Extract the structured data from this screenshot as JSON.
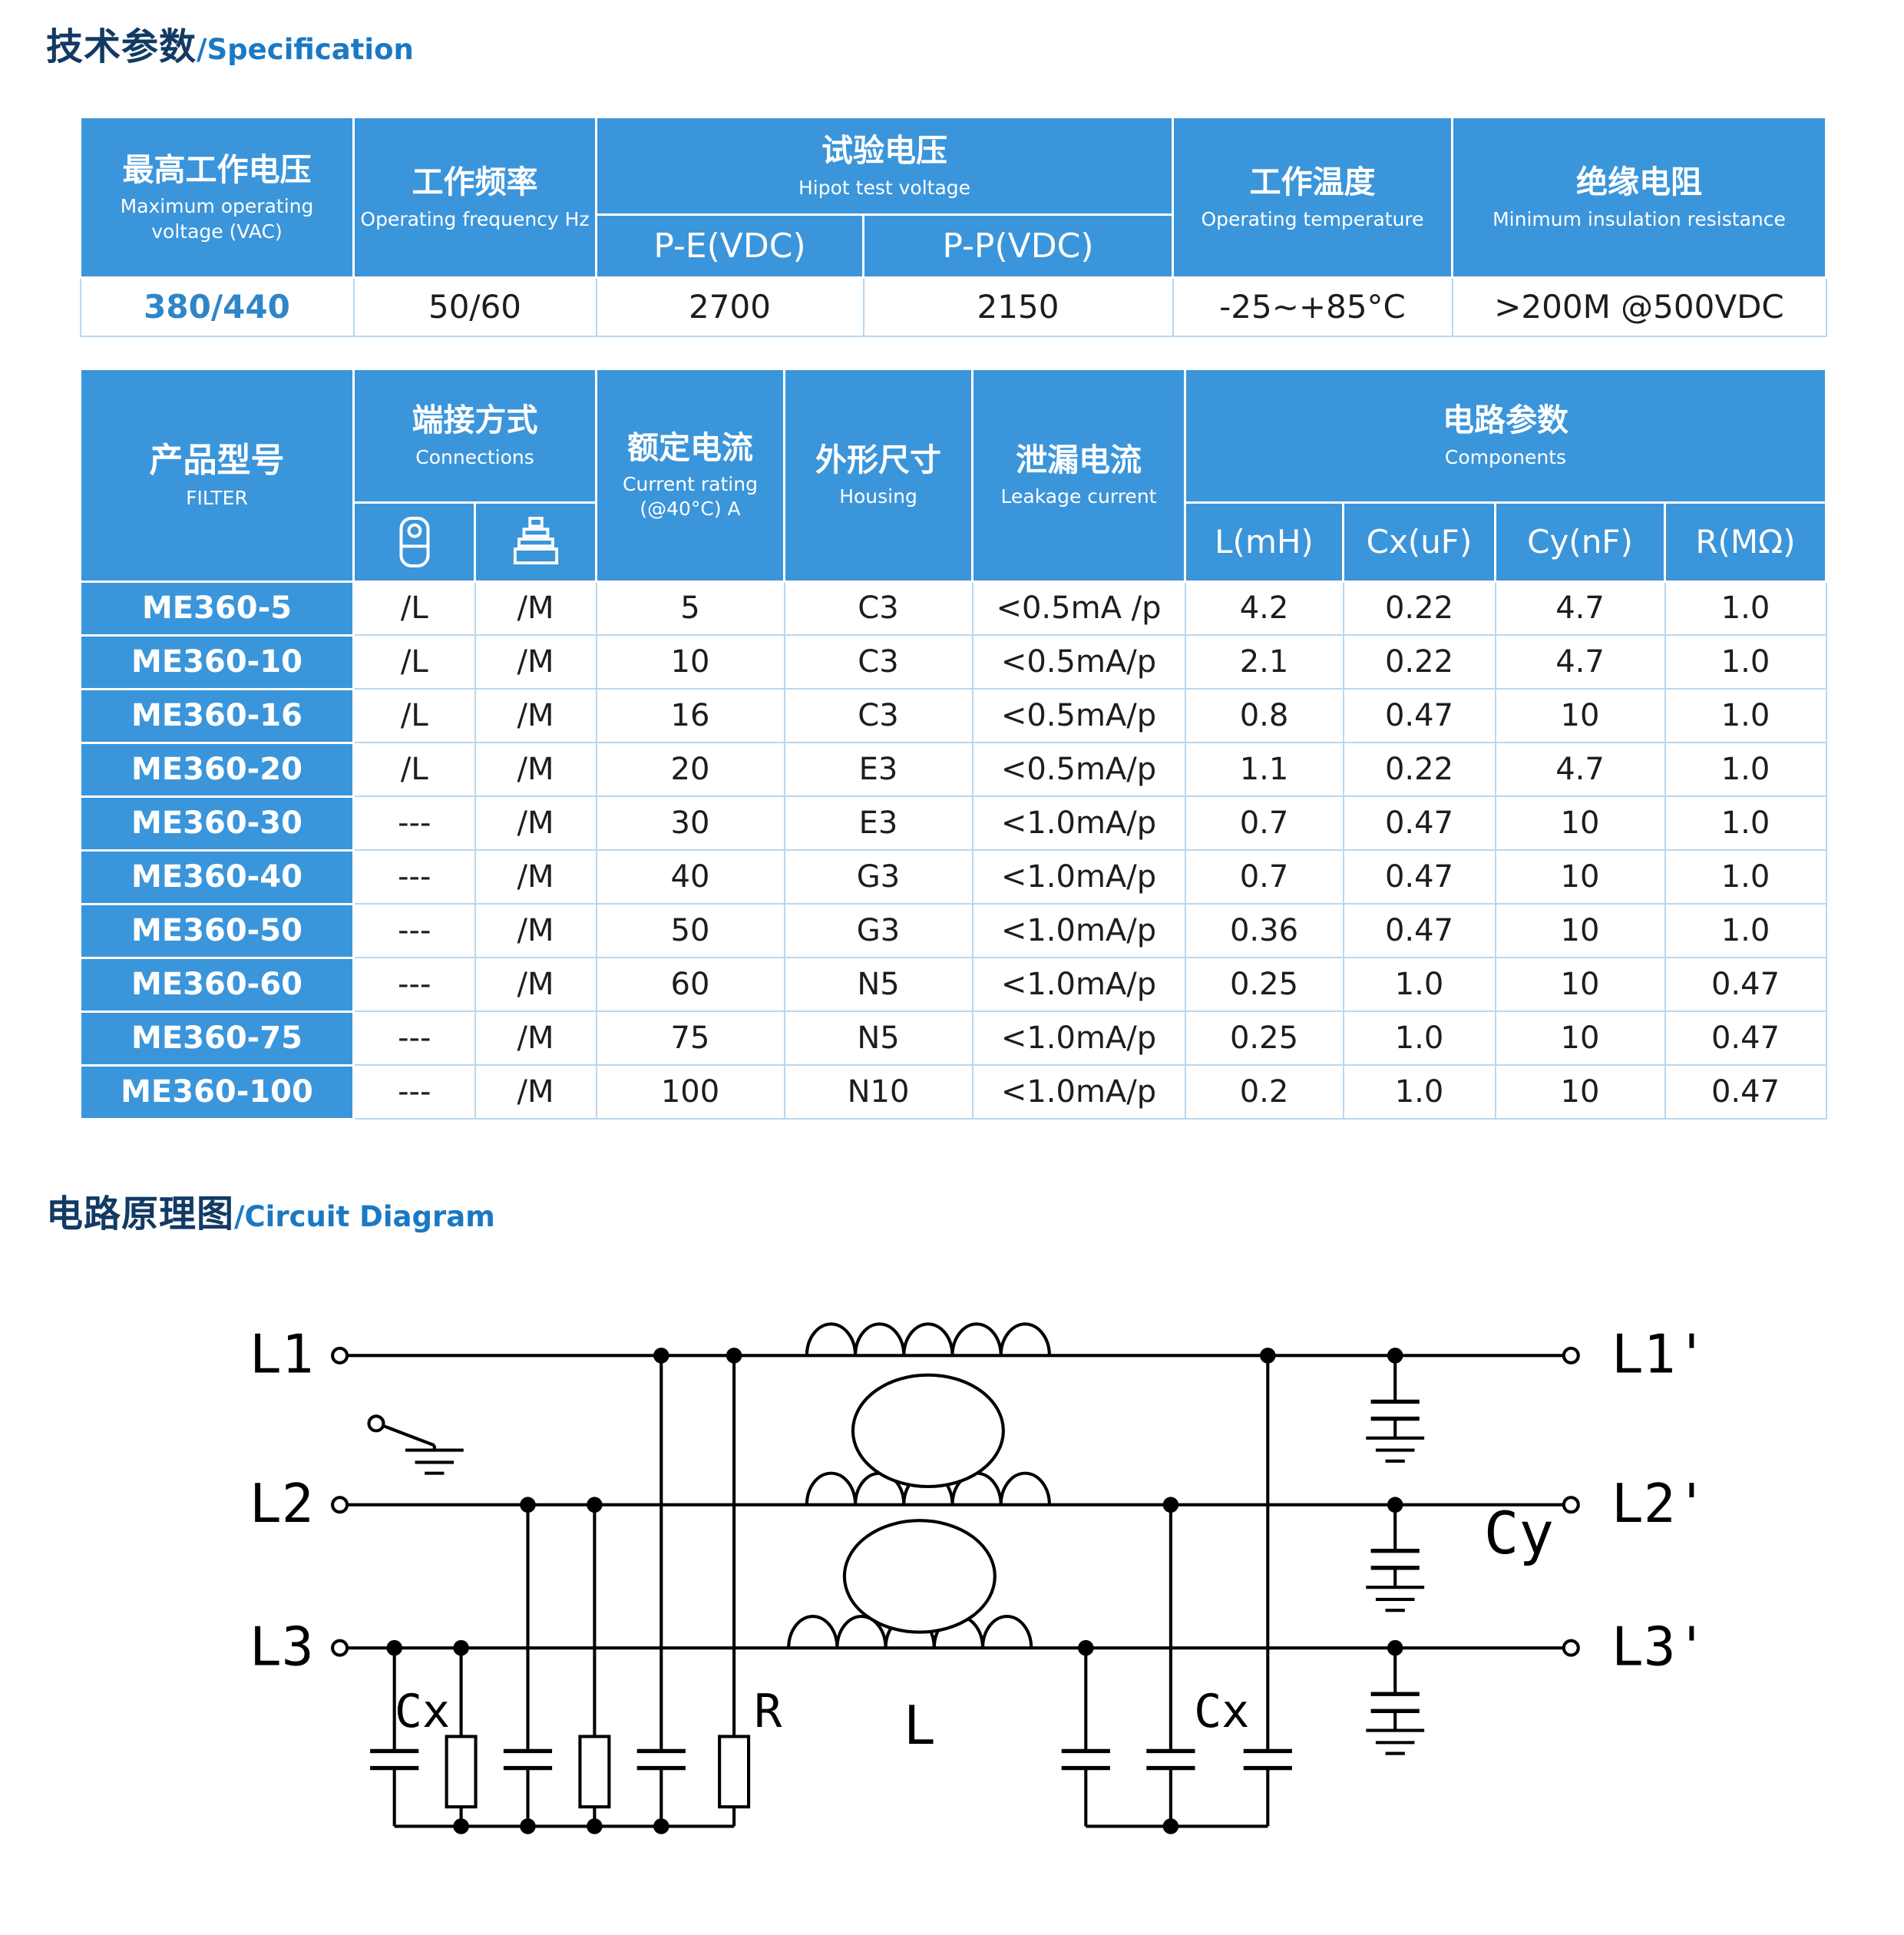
{
  "colors": {
    "header_blue": "#3b95da",
    "title_navy": "#123a63",
    "title_blue": "#1b79c4",
    "value_blue": "#2e86c9"
  },
  "sections": {
    "spec": {
      "zh": "技术参数",
      "en": "/Specification"
    },
    "circuit": {
      "zh": "电路原理图",
      "en": "/Circuit Diagram"
    }
  },
  "spec_table": {
    "headers": {
      "max_voltage_zh": "最高工作电压",
      "max_voltage_en": "Maximum operating voltage (VAC)",
      "frequency_zh": "工作频率",
      "frequency_en": "Operating frequency Hz",
      "hipot_zh": "试验电压",
      "hipot_en": "Hipot test voltage",
      "hipot_pe": "P-E(VDC)",
      "hipot_pp": "P-P(VDC)",
      "temperature_zh": "工作温度",
      "temperature_en": "Operating temperature",
      "insulation_zh": "绝缘电阻",
      "insulation_en": "Minimum insulation resistance"
    },
    "values": {
      "max_voltage": "380/440",
      "frequency": "50/60",
      "hipot_pe": "2700",
      "hipot_pp": "2150",
      "temperature": "-25~+85°C",
      "insulation": ">200M @500VDC"
    }
  },
  "product_table": {
    "headers": {
      "model_zh": "产品型号",
      "model_en": "FILTER",
      "connections_zh": "端接方式",
      "connections_en": "Connections",
      "current_zh": "额定电流",
      "current_en1": "Current rating",
      "current_en2": "(@40°C) A",
      "housing_zh": "外形尺寸",
      "housing_en": "Housing",
      "leakage_zh": "泄漏电流",
      "leakage_en": "Leakage current",
      "components_zh": "电路参数",
      "components_en": "Components",
      "comp_cols": [
        "L(mH)",
        "Cx(uF)",
        "Cy(nF)",
        "R(MΩ)"
      ]
    },
    "rows": [
      {
        "model": "ME360-5",
        "conn_l": "/L",
        "conn_m": "/M",
        "current": "5",
        "housing": "C3",
        "leakage": "<0.5mA /p",
        "l": "4.2",
        "cx": "0.22",
        "cy": "4.7",
        "r": "1.0"
      },
      {
        "model": "ME360-10",
        "conn_l": "/L",
        "conn_m": "/M",
        "current": "10",
        "housing": "C3",
        "leakage": "<0.5mA/p",
        "l": "2.1",
        "cx": "0.22",
        "cy": "4.7",
        "r": "1.0"
      },
      {
        "model": "ME360-16",
        "conn_l": "/L",
        "conn_m": "/M",
        "current": "16",
        "housing": "C3",
        "leakage": "<0.5mA/p",
        "l": "0.8",
        "cx": "0.47",
        "cy": "10",
        "r": "1.0"
      },
      {
        "model": "ME360-20",
        "conn_l": "/L",
        "conn_m": "/M",
        "current": "20",
        "housing": "E3",
        "leakage": "<0.5mA/p",
        "l": "1.1",
        "cx": "0.22",
        "cy": "4.7",
        "r": "1.0"
      },
      {
        "model": "ME360-30",
        "conn_l": "---",
        "conn_m": "/M",
        "current": "30",
        "housing": "E3",
        "leakage": "<1.0mA/p",
        "l": "0.7",
        "cx": "0.47",
        "cy": "10",
        "r": "1.0"
      },
      {
        "model": "ME360-40",
        "conn_l": "---",
        "conn_m": "/M",
        "current": "40",
        "housing": "G3",
        "leakage": "<1.0mA/p",
        "l": "0.7",
        "cx": "0.47",
        "cy": "10",
        "r": "1.0"
      },
      {
        "model": "ME360-50",
        "conn_l": "---",
        "conn_m": "/M",
        "current": "50",
        "housing": "G3",
        "leakage": "<1.0mA/p",
        "l": "0.36",
        "cx": "0.47",
        "cy": "10",
        "r": "1.0"
      },
      {
        "model": "ME360-60",
        "conn_l": "---",
        "conn_m": "/M",
        "current": "60",
        "housing": "N5",
        "leakage": "<1.0mA/p",
        "l": "0.25",
        "cx": "1.0",
        "cy": "10",
        "r": "0.47"
      },
      {
        "model": "ME360-75",
        "conn_l": "---",
        "conn_m": "/M",
        "current": "75",
        "housing": "N5",
        "leakage": "<1.0mA/p",
        "l": "0.25",
        "cx": "1.0",
        "cy": "10",
        "r": "0.47"
      },
      {
        "model": "ME360-100",
        "conn_l": "---",
        "conn_m": "/M",
        "current": "100",
        "housing": "N10",
        "leakage": "<1.0mA/p",
        "l": "0.2",
        "cx": "1.0",
        "cy": "10",
        "r": "0.47"
      }
    ]
  },
  "circuit": {
    "labels": {
      "l1": "L1",
      "l2": "L2",
      "l3": "L3",
      "l1_out": "L1'",
      "l2_out": "L2'",
      "l3_out": "L3'",
      "cx_left": "Cx",
      "r": "R",
      "l": "L",
      "cx_right": "Cx",
      "cy": "Cy"
    }
  }
}
